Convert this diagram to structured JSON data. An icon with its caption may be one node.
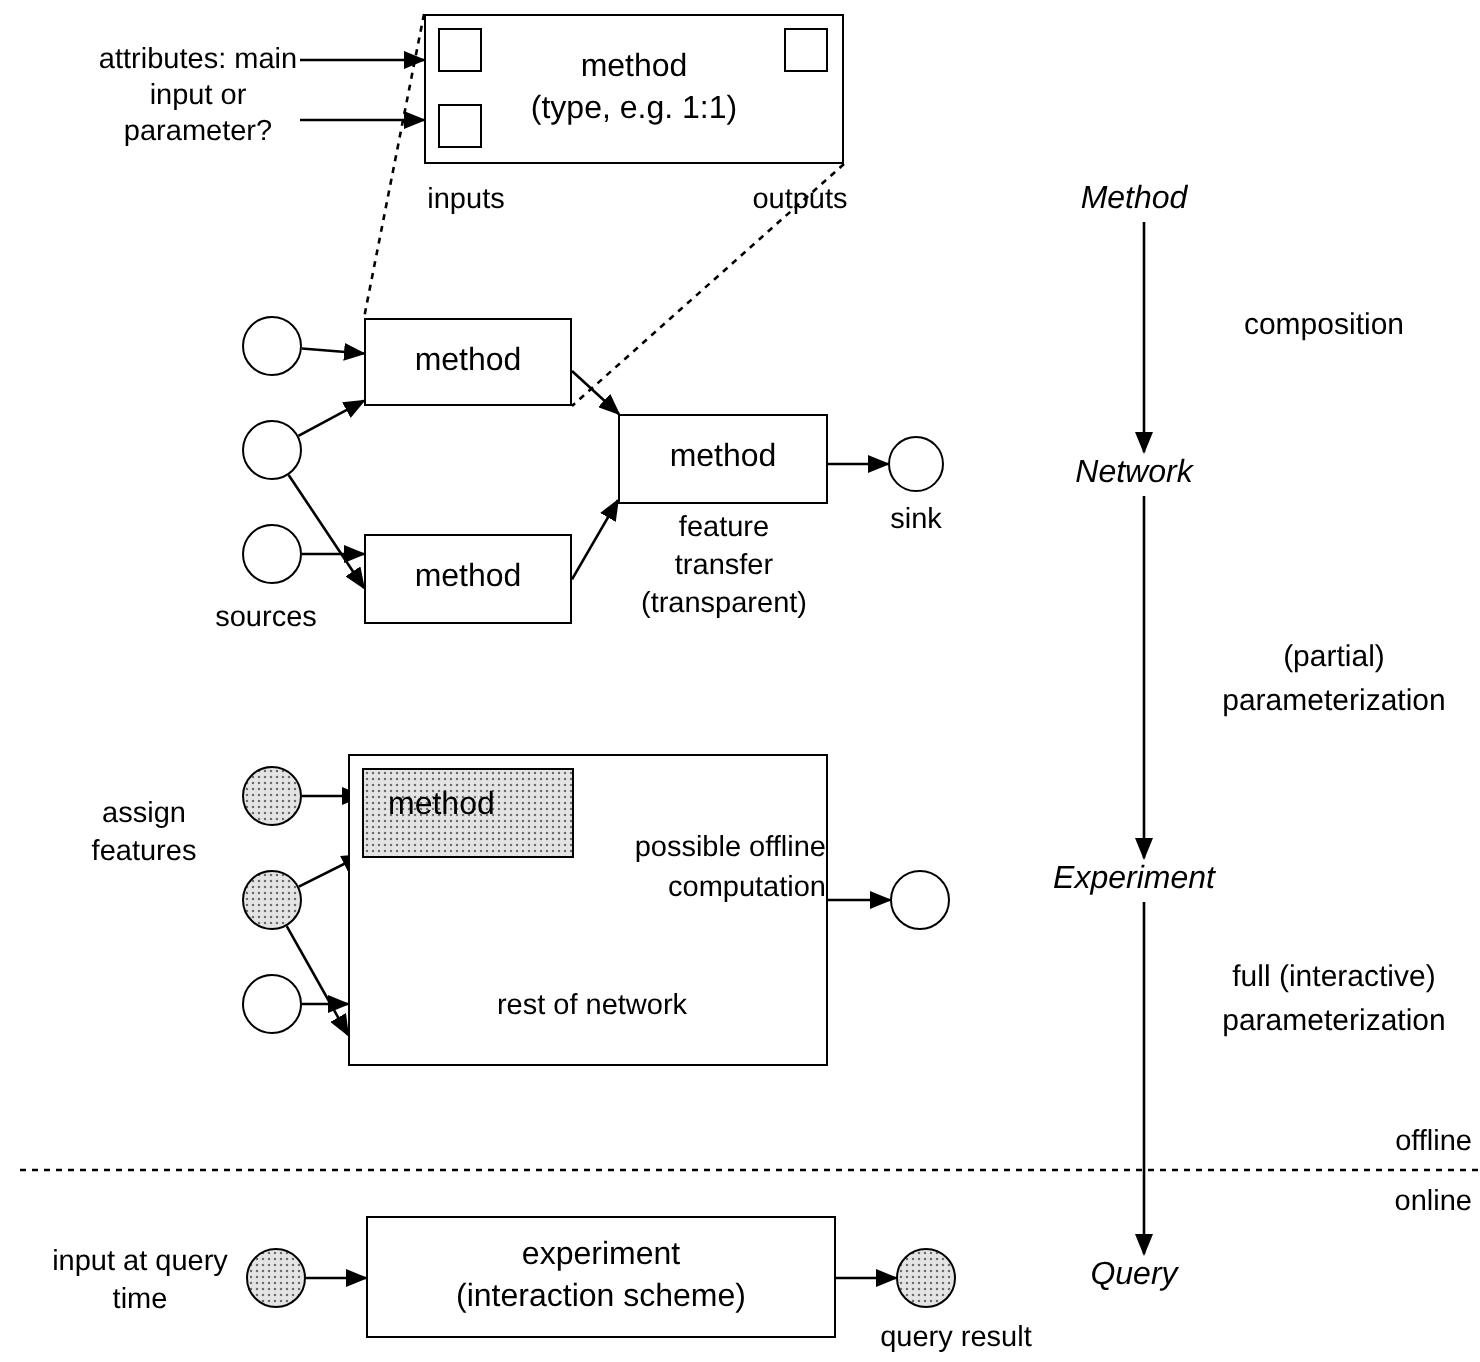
{
  "diagram": {
    "nodes": [
      {
        "text": [
          "method",
          "(type, e.g. 1:1)"
        ],
        "beside": [
          "inputs",
          "outputs"
        ]
      },
      {
        "text": [],
        "shape": "box",
        "in": 0
      },
      {
        "text": [],
        "shape": "box",
        "in": 0
      },
      {
        "text": [],
        "shape": "box",
        "in": 0
      },
      {
        "text": [
          "attributes: main input or parameter?"
        ]
      },
      {
        "text": [],
        "shape": "circle"
      },
      {
        "text": [
          "method"
        ]
      },
      {
        "text": [],
        "shape": "circle"
      },
      {
        "text": [],
        "shape": "circle",
        "beside": [
          "sources"
        ]
      },
      {
        "text": [
          "method"
        ]
      },
      {
        "text": [
          "method"
        ],
        "beside": [
          "feature transfer (transparent)"
        ]
      },
      {
        "text": [],
        "shape": "circle",
        "beside": [
          "sink"
        ]
      },
      {
        "text": [],
        "shape": "circle"
      },
      {
        "text": [],
        "shape": "circle"
      },
      {
        "text": [],
        "shape": "circle"
      },
      {
        "text": [
          "possible offline computation",
          "rest of network"
        ]
      },
      {
        "text": [
          "method"
        ],
        "in": 15
      },
      {
        "text": [],
        "shape": "circle"
      },
      {
        "text": [],
        "shape": "circle",
        "beside": [
          "input at query time"
        ]
      },
      {
        "text": [
          "experiment",
          "(interaction scheme)"
        ]
      },
      {
        "text": [],
        "shape": "circle",
        "beside": [
          "query result"
        ]
      },
      {
        "text": [
          "Method"
        ]
      },
      {
        "text": [
          "Network"
        ]
      },
      {
        "text": [
          "Experiment"
        ]
      },
      {
        "text": [
          "Query"
        ]
      }
    ],
    "edges": [
      {
        "from": 4,
        "to": 0,
        "arrow": "to"
      },
      {
        "from": 4,
        "to": 0,
        "arrow": "to"
      },
      {
        "from": 0,
        "to": 6,
        "arrow": "none",
        "style": "dashed"
      },
      {
        "from": 0,
        "to": 6,
        "arrow": "none",
        "style": "dashed"
      },
      {
        "from": 5,
        "to": 6,
        "arrow": "to"
      },
      {
        "from": 7,
        "to": 6,
        "arrow": "to"
      },
      {
        "from": 7,
        "to": 9,
        "arrow": "to"
      },
      {
        "from": 8,
        "to": 9,
        "arrow": "to"
      },
      {
        "from": 6,
        "to": 10,
        "arrow": "to"
      },
      {
        "from": 9,
        "to": 10,
        "arrow": "to"
      },
      {
        "from": 10,
        "to": 11,
        "arrow": "to"
      },
      {
        "from": 12,
        "to": 16,
        "arrow": "to"
      },
      {
        "from": 13,
        "to": 16,
        "arrow": "to"
      },
      {
        "from": 13,
        "to": 15,
        "arrow": "to"
      },
      {
        "from": 14,
        "to": 15,
        "arrow": "to"
      },
      {
        "from": 15,
        "to": 17,
        "arrow": "to"
      },
      {
        "from": 18,
        "to": 19,
        "arrow": "to"
      },
      {
        "from": 19,
        "to": 20,
        "arrow": "to"
      },
      {
        "from": 21,
        "to": 22,
        "arrow": "to",
        "label": "composition"
      },
      {
        "from": 22,
        "to": 23,
        "arrow": "to",
        "label": "(partial) parameterization"
      },
      {
        "from": 23,
        "to": 24,
        "arrow": "to",
        "label": "full (interactive) parameterization"
      }
    ],
    "labels": [
      "assign features",
      "offline",
      "online"
    ]
  }
}
